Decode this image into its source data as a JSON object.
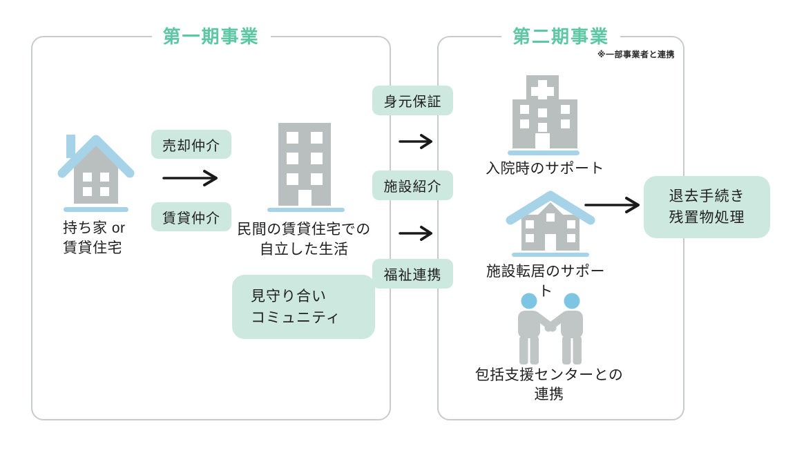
{
  "colors": {
    "accent_teal": "#5cc8a3",
    "tag_mint": "#cde8df",
    "building_gray": "#b9bebe",
    "people_gray": "#c0c5c5",
    "roof_blue": "#a6d3e8",
    "head_blue": "#7ec5e4",
    "panel_border_gray": "#c7cbca",
    "arrow_black": "#1a1a1a",
    "text_dark": "#1f1f1f"
  },
  "icons": {
    "house": "house-icon",
    "apartment": "apartment-building-icon",
    "hospital": "hospital-icon",
    "care_facility": "care-facility-icon",
    "handshake": "handshake-people-icon",
    "arrow": "right-arrow-icon"
  },
  "phase1": {
    "title": "第一期事業",
    "house_label": {
      "line1": "持ち家 or",
      "line2": "賃貸住宅"
    },
    "sale_tag": "売却仲介",
    "rent_tag": "賃貸仲介",
    "building_label": {
      "line1": "民間の賃貸住宅での",
      "line2": "自立した生活"
    },
    "community_box": {
      "line1": "見守り合い",
      "line2": "コミュニティ"
    }
  },
  "bridge": {
    "identity_tag": "身元保証",
    "facility_tag": "施設紹介",
    "welfare_tag": "福祉連携"
  },
  "phase2": {
    "title": "第二期事業",
    "note": "※一部事業者と連携",
    "hospital_label": "入院時のサポート",
    "relocation_label": "施設転居のサポート",
    "exit_box": {
      "line1": "退去手続き",
      "line2": "残置物処理"
    },
    "handshake_label": {
      "line1": "包括支援センターとの",
      "line2": "連携"
    }
  }
}
